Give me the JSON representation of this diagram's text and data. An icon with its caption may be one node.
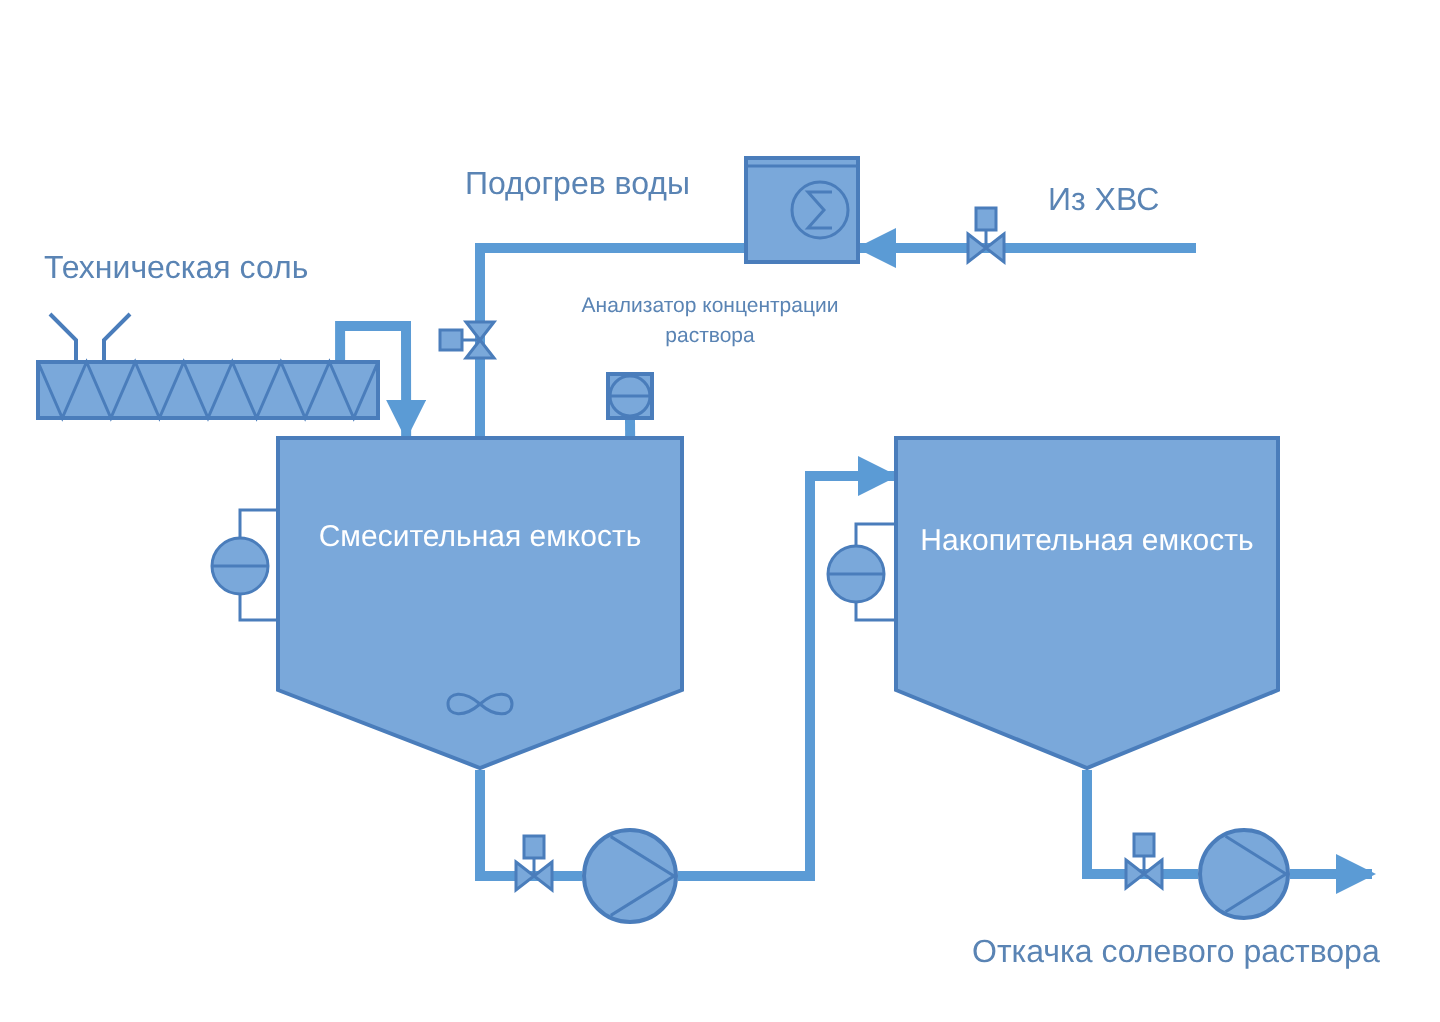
{
  "diagram": {
    "nodes": [
      {
        "text": [],
        "shape": "box",
        "beside": [
          "Техническая соль"
        ]
      },
      {
        "text": [],
        "shape": "box",
        "beside": [
          "Подогрев воды"
        ]
      },
      {
        "text": [],
        "shape": "box",
        "beside": [
          "Анализатор концентрации раствора"
        ]
      },
      {
        "text": [
          "Смесительная емкость"
        ]
      },
      {
        "text": [],
        "shape": "circle"
      },
      {
        "text": [
          "Накопительная емкость"
        ]
      },
      {
        "text": [],
        "shape": "circle"
      }
    ],
    "edges": [
      {
        "from": 0,
        "to": 3,
        "arrow": "to"
      },
      {
        "from": null,
        "to": 1,
        "arrow": "to",
        "label": "Из ХВС"
      },
      {
        "from": 1,
        "to": 3,
        "arrow": "none"
      },
      {
        "from": 2,
        "to": 3,
        "arrow": "none"
      },
      {
        "from": 3,
        "to": 4,
        "arrow": "none"
      },
      {
        "from": 4,
        "to": 5,
        "arrow": "to"
      },
      {
        "from": 5,
        "to": 6,
        "arrow": "none"
      },
      {
        "from": 6,
        "to": null,
        "arrow": "to"
      }
    ],
    "labels": [
      "Откачка солевого раствора"
    ]
  }
}
